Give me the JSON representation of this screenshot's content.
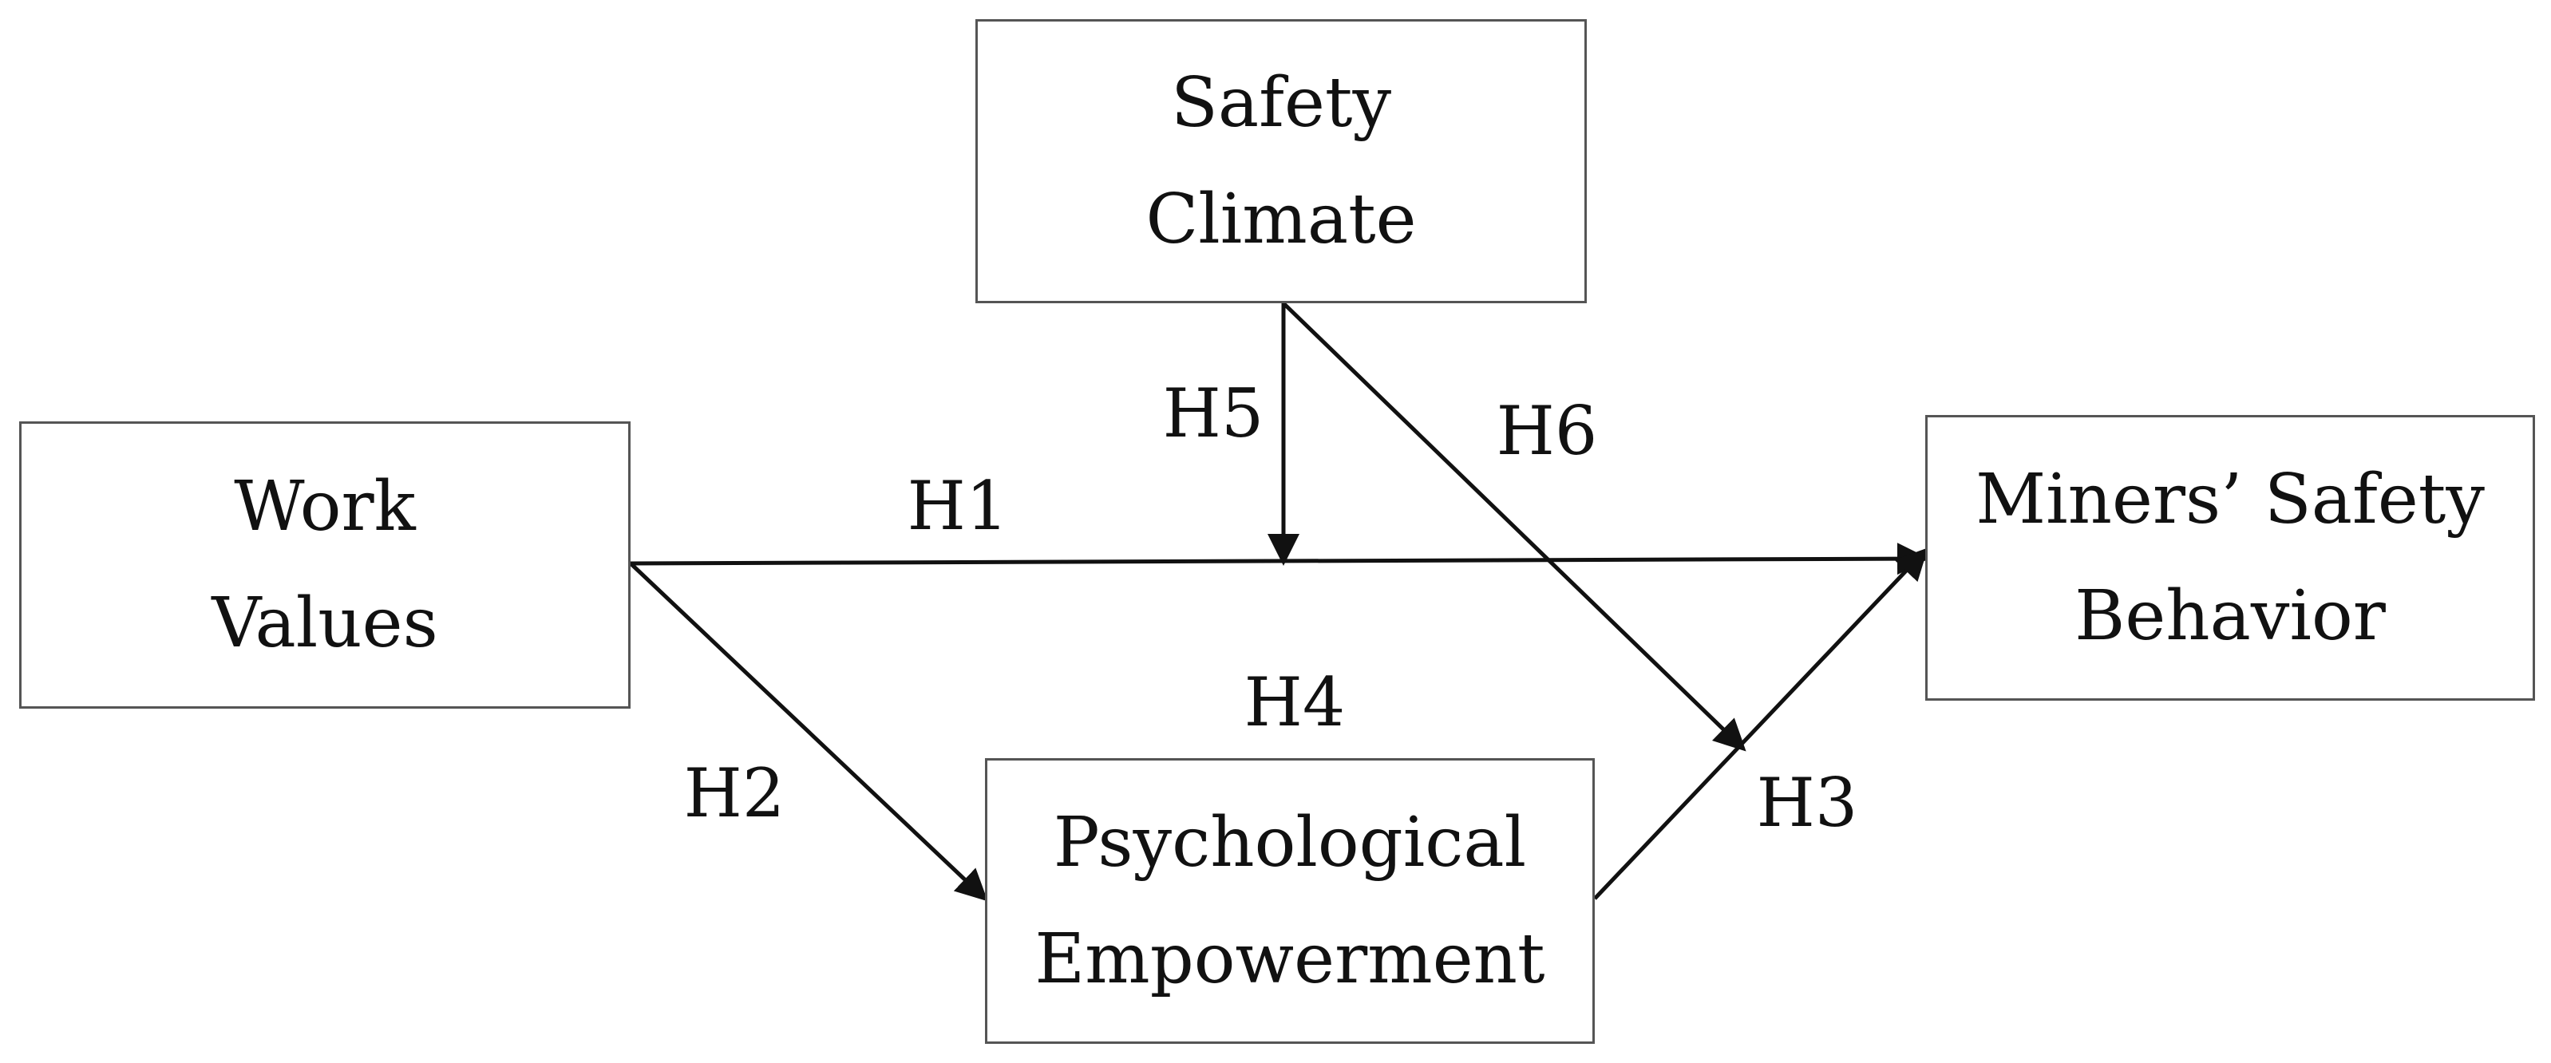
{
  "nodes": {
    "safety_climate": {
      "line1": "Safety",
      "line2": "Climate"
    },
    "work_values": {
      "line1": "Work",
      "line2": "Values"
    },
    "miners_safety_behavior": {
      "line1": "Miners’ Safety",
      "line2": "Behavior"
    },
    "psychological_empowerment": {
      "line1": "Psychological",
      "line2": "Empowerment"
    }
  },
  "edges": [
    {
      "label": "H1",
      "from": "Work Values",
      "to": "Miners’ Safety Behavior"
    },
    {
      "label": "H2",
      "from": "Work Values",
      "to": "Psychological Empowerment"
    },
    {
      "label": "H3",
      "from": "Psychological Empowerment",
      "to": "Miners’ Safety Behavior"
    },
    {
      "label": "H4",
      "from": "Work Values",
      "to": "Miners’ Safety Behavior"
    },
    {
      "label": "H5",
      "from": "Safety Climate",
      "to": "H1 path"
    },
    {
      "label": "H6",
      "from": "Safety Climate",
      "to": "H3 path"
    }
  ],
  "colors": {
    "box_border": "#555555",
    "arrow": "#111111",
    "text": "#111111",
    "background": "#ffffff"
  }
}
